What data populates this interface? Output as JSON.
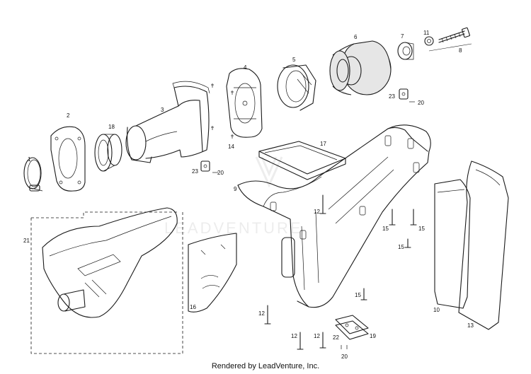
{
  "diagram": {
    "watermark": "LEADVENTURE",
    "footer": "Rendered by LeadVenture, Inc.",
    "callouts": [
      {
        "id": "c1",
        "text": "1"
      },
      {
        "id": "c2",
        "text": "2"
      },
      {
        "id": "c3",
        "text": "3"
      },
      {
        "id": "c4",
        "text": "4"
      },
      {
        "id": "c5",
        "text": "5"
      },
      {
        "id": "c6",
        "text": "6"
      },
      {
        "id": "c7",
        "text": "7"
      },
      {
        "id": "c8",
        "text": "8"
      },
      {
        "id": "c9",
        "text": "9"
      },
      {
        "id": "c10",
        "text": "10"
      },
      {
        "id": "c11",
        "text": "11"
      },
      {
        "id": "c12a",
        "text": "12"
      },
      {
        "id": "c12b",
        "text": "12"
      },
      {
        "id": "c12c",
        "text": "12"
      },
      {
        "id": "c12d",
        "text": "12"
      },
      {
        "id": "c13",
        "text": "13"
      },
      {
        "id": "c14",
        "text": "14"
      },
      {
        "id": "c15a",
        "text": "15"
      },
      {
        "id": "c15b",
        "text": "15"
      },
      {
        "id": "c15c",
        "text": "15"
      },
      {
        "id": "c15d",
        "text": "15"
      },
      {
        "id": "c16",
        "text": "16"
      },
      {
        "id": "c17",
        "text": "17"
      },
      {
        "id": "c18",
        "text": "18"
      },
      {
        "id": "c19",
        "text": "19"
      },
      {
        "id": "c20a",
        "text": "20"
      },
      {
        "id": "c20b",
        "text": "20"
      },
      {
        "id": "c20c",
        "text": "20"
      },
      {
        "id": "c21",
        "text": "21"
      },
      {
        "id": "c22",
        "text": "22"
      },
      {
        "id": "c23a",
        "text": "23"
      },
      {
        "id": "c23b",
        "text": "23"
      }
    ]
  }
}
